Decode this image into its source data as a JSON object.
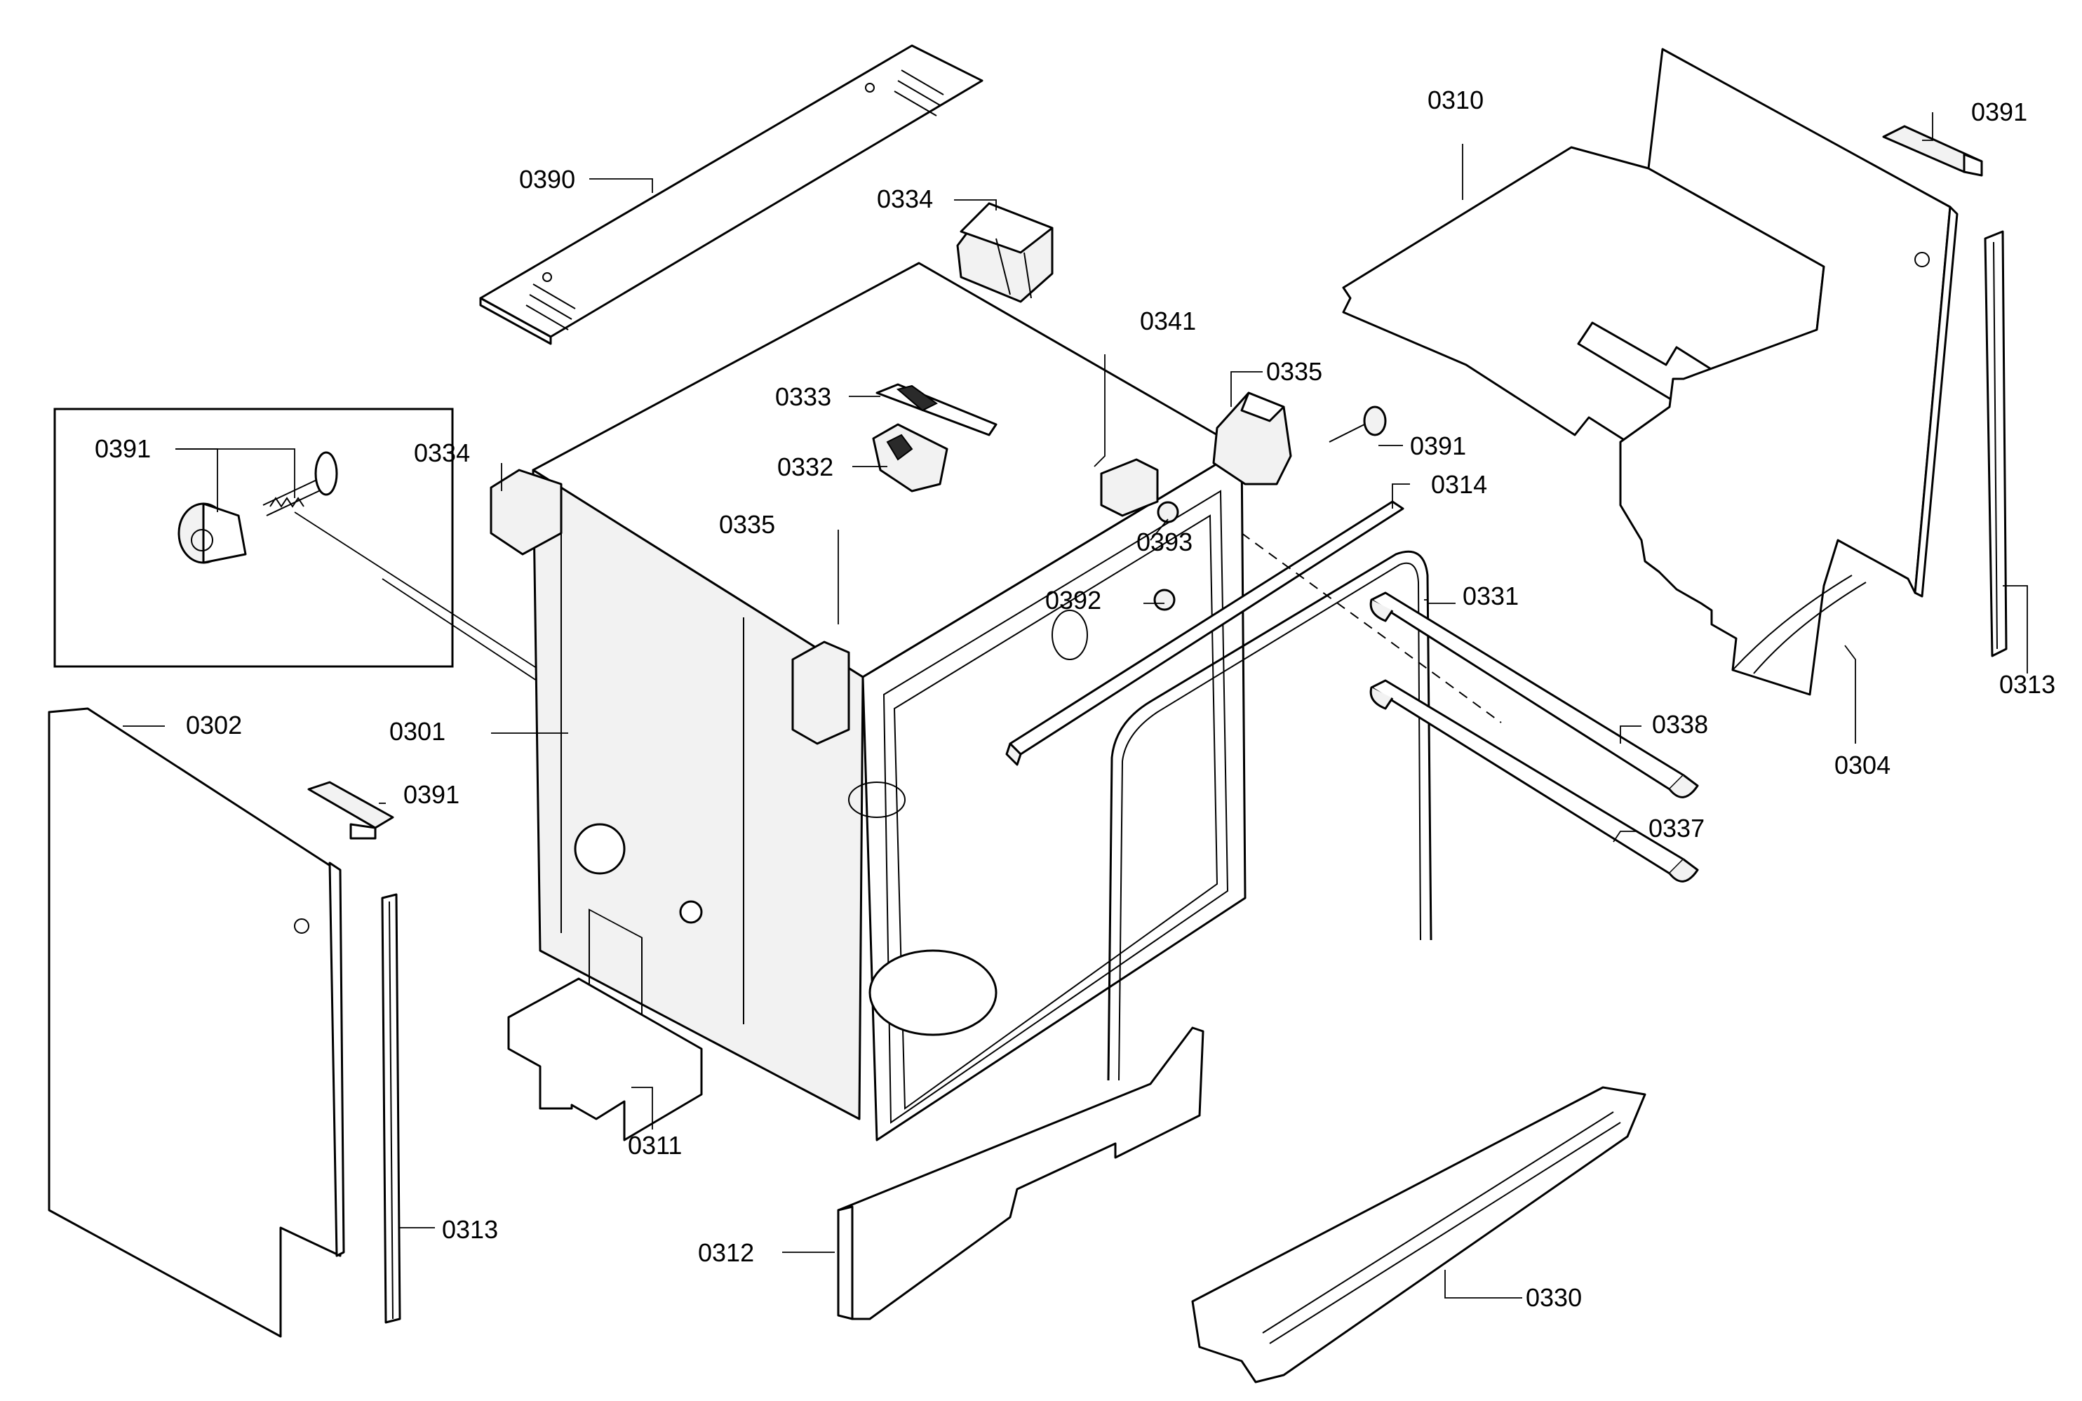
{
  "diagram": {
    "labels": {
      "l0390": "0390",
      "l0334a": "0334",
      "l0310": "0310",
      "l0391a": "0391",
      "l0341": "0341",
      "l0335a": "0335",
      "l0333": "0333",
      "l0332": "0332",
      "l0391b": "0391",
      "l0391c": "0391",
      "l0334b": "0334",
      "l0314": "0314",
      "l0393": "0393",
      "l0335b": "0335",
      "l0392": "0392",
      "l0331": "0331",
      "l0302": "0302",
      "l0301": "0301",
      "l0391d": "0391",
      "l0338": "0338",
      "l0337": "0337",
      "l0304": "0304",
      "l0313a": "0313",
      "l0313b": "0313",
      "l0311": "0311",
      "l0312": "0312",
      "l0330": "0330"
    }
  }
}
